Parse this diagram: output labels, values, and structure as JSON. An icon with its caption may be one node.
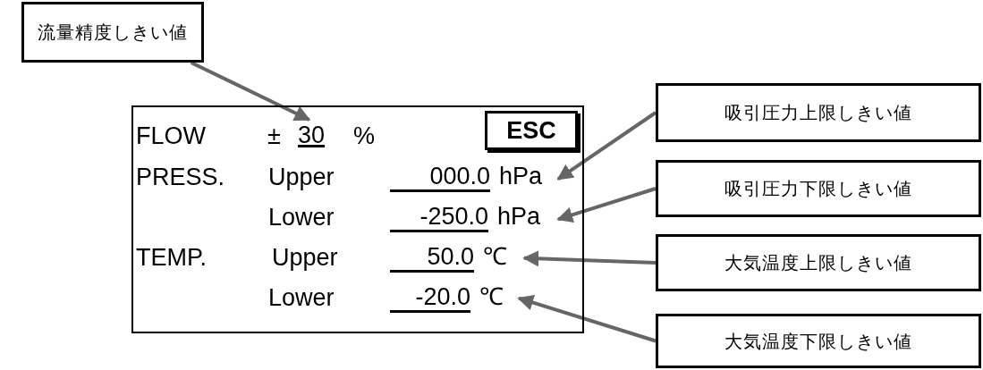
{
  "diagram": {
    "nodes": [
      {
        "text": [
          "流量精度しきい値"
        ]
      },
      {
        "text": [
          "FLOW",
          "±",
          "%",
          "PRESS.",
          "Upper",
          "Lower",
          "TEMP.",
          "Upper",
          "Lower"
        ]
      },
      {
        "text": [
          "30"
        ],
        "in": 1
      },
      {
        "text": [
          "ESC"
        ],
        "in": 1
      },
      {
        "text": [
          "000.0",
          "hPa"
        ],
        "in": 1
      },
      {
        "text": [
          "-250.0",
          "hPa"
        ],
        "in": 1
      },
      {
        "text": [
          "50.0",
          "℃"
        ],
        "in": 1
      },
      {
        "text": [
          "-20.0",
          "℃"
        ],
        "in": 1
      },
      {
        "text": [
          "吸引圧力上限しきい値"
        ]
      },
      {
        "text": [
          "吸引圧力下限しきい値"
        ]
      },
      {
        "text": [
          "大気温度上限しきい値"
        ]
      },
      {
        "text": [
          "大気温度下限しきい値"
        ]
      }
    ],
    "edges": [
      {
        "from": 0,
        "to": 2,
        "arrow": "to"
      },
      {
        "from": 8,
        "to": 4,
        "arrow": "to"
      },
      {
        "from": 9,
        "to": 5,
        "arrow": "to"
      },
      {
        "from": 10,
        "to": 6,
        "arrow": "to"
      },
      {
        "from": 11,
        "to": 7,
        "arrow": "to"
      }
    ]
  }
}
